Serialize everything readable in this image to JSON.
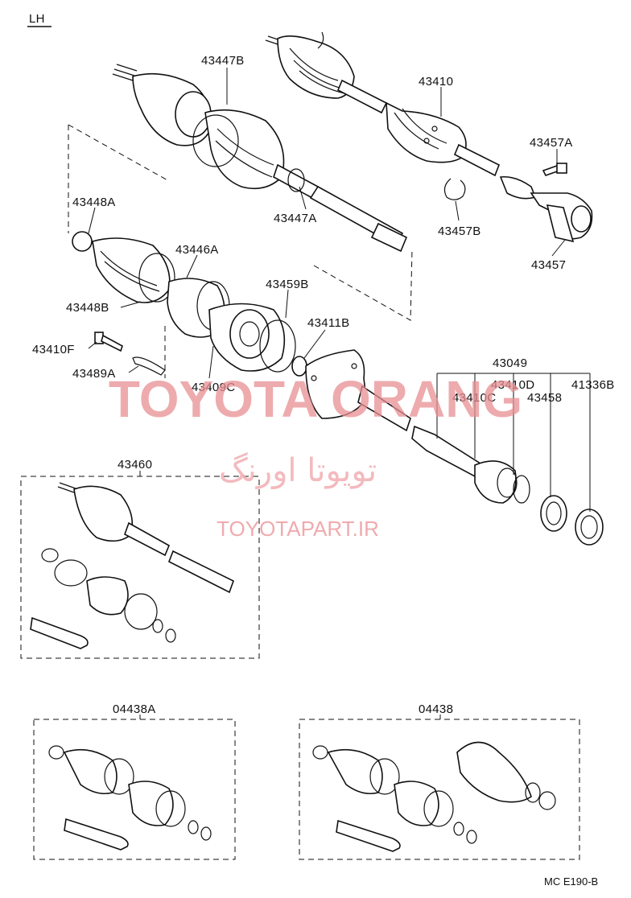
{
  "diagram": {
    "side_tag": "LH",
    "figure_code": "MC  E190-B"
  },
  "part_labels": [
    {
      "id": "p43447B",
      "text": "43447B"
    },
    {
      "id": "p43410",
      "text": "43410"
    },
    {
      "id": "p43457A",
      "text": "43457A"
    },
    {
      "id": "p43448A",
      "text": "43448A"
    },
    {
      "id": "p43447A",
      "text": "43447A"
    },
    {
      "id": "p43457B",
      "text": "43457B"
    },
    {
      "id": "p43446A",
      "text": "43446A"
    },
    {
      "id": "p43457",
      "text": "43457"
    },
    {
      "id": "p43459B",
      "text": "43459B"
    },
    {
      "id": "p43448B",
      "text": "43448B"
    },
    {
      "id": "p43411B",
      "text": "43411B"
    },
    {
      "id": "p43410F",
      "text": "43410F"
    },
    {
      "id": "p43049",
      "text": "43049"
    },
    {
      "id": "p43489A",
      "text": "43489A"
    },
    {
      "id": "p43409C",
      "text": "43409C"
    },
    {
      "id": "p43410D",
      "text": "43410D"
    },
    {
      "id": "p41336B",
      "text": "41336B"
    },
    {
      "id": "p43410C",
      "text": "43410C"
    },
    {
      "id": "p43458",
      "text": "43458"
    },
    {
      "id": "p43460",
      "text": "43460"
    },
    {
      "id": "p04438A",
      "text": "04438A"
    },
    {
      "id": "p04438",
      "text": "04438"
    }
  ],
  "watermark": {
    "brand": "TOYOTA ORANG",
    "brand_fa": "تویوتا اورنگ",
    "site": "TOYOTAPART.IR"
  }
}
